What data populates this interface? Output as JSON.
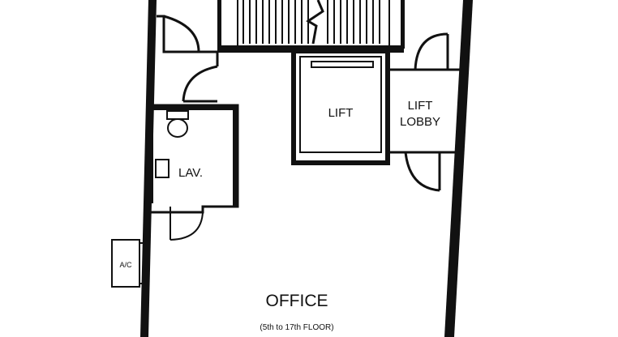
{
  "floor_plan": {
    "rooms": {
      "lift": "LIFT",
      "lift_lobby_line1": "LIFT",
      "lift_lobby_line2": "LOBBY",
      "lavatory": "LAV.",
      "ac_unit": "A/C",
      "office": "OFFICE",
      "office_floors": "(5th to 17th FLOOR)"
    }
  }
}
